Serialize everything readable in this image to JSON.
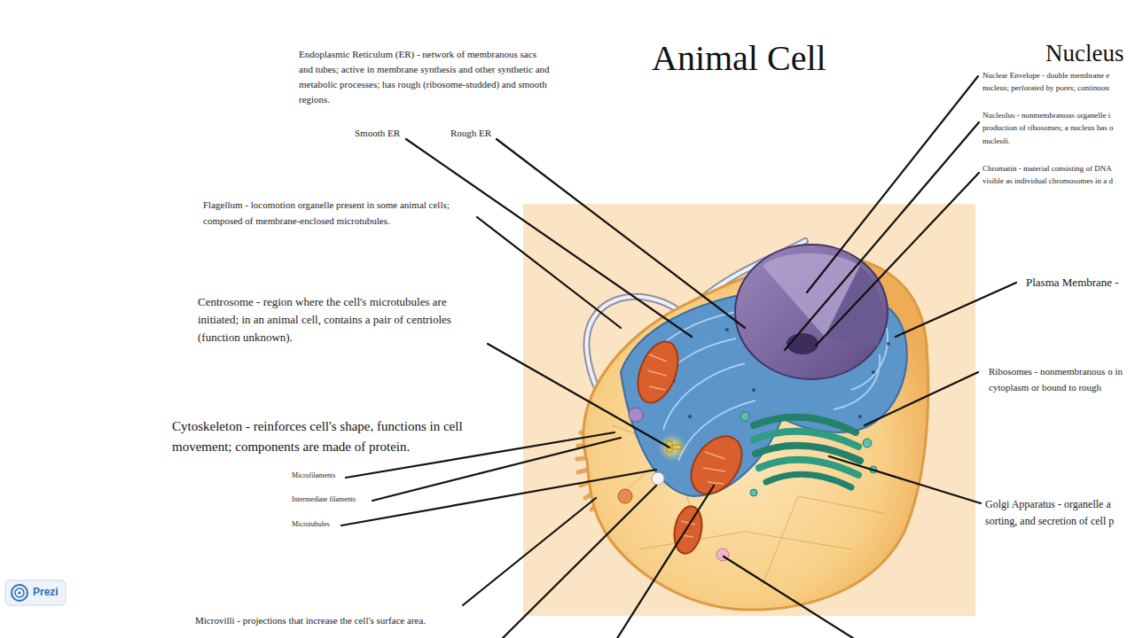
{
  "diagram": {
    "title": "Animal Cell",
    "labels": [
      "Endoplasmic Reticulum (ER) - network of membranous sacs and tubes; active in membrane synthesis and other synthetic and metabolic processes; has rough (ribosome-studded) and smooth regions.",
      "Smooth ER",
      "Rough ER",
      "Flagellum - locomotion organelle present in some animal cells; composed of membrane-enclosed microtubules.",
      "Centrosome - region where the cell's microtubules are initiated; in an animal cell, contains a pair of centrioles (function unknown).",
      "Cytoskeleton - reinforces cell's shape, functions in cell movement; components are made of protein.",
      "Microfilaments",
      "Intermediate filaments",
      "Microtubules",
      "Microvilli - projections that increase the cell's surface area.",
      "Nucleus",
      "Nuclear Envelope - double membrane e nucleus; perforated by pores; continuou",
      "Nucleolus - nonmembranous organelle i production of ribosomes; a nucleus has o nucleoli.",
      "Chromatin - material consisting of DNA visible as individual chromosomes in a d",
      "Plasma Membrane -",
      "Ribosomes - nonmembranous o in cytoplasm or bound to rough",
      "Golgi Apparatus - organelle a sorting, and secretion of cell p",
      "Prezi"
    ]
  }
}
